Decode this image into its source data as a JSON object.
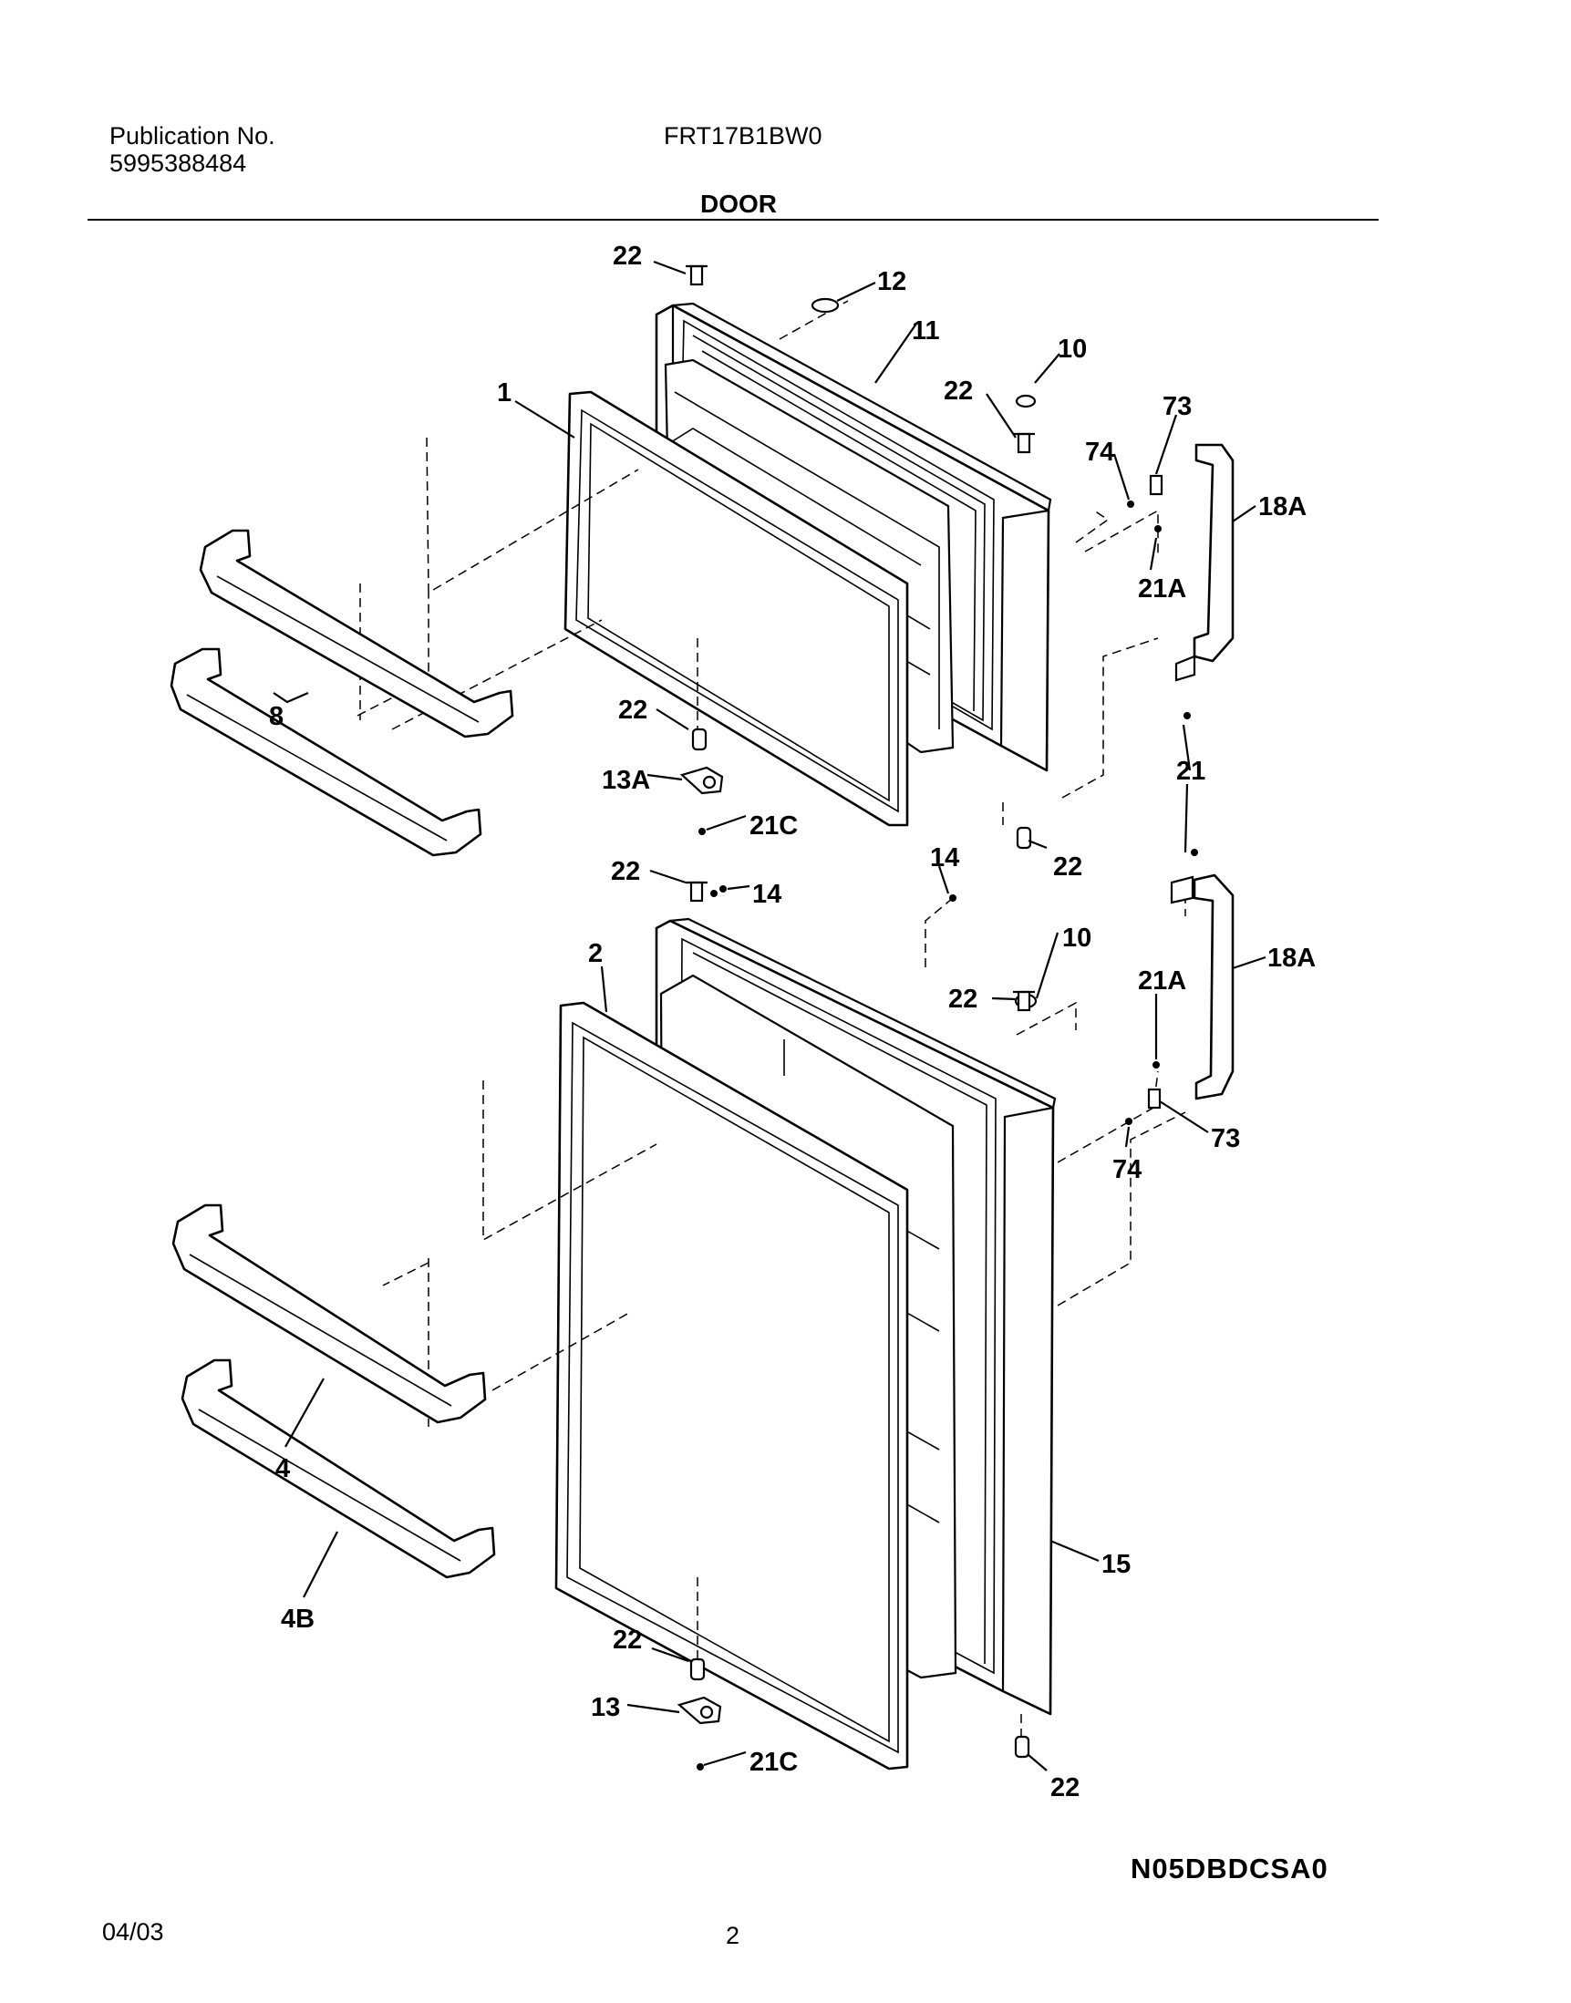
{
  "header": {
    "publication_label": "Publication No.",
    "publication_number": "5995388484",
    "model": "FRT17B1BW0",
    "section_title": "DOOR"
  },
  "footer": {
    "date": "04/03",
    "page_number": "2",
    "diagram_code": "N05DBDCSA0"
  },
  "callouts": {
    "c1": "1",
    "c2": "2",
    "c4": "4",
    "c4b": "4B",
    "c8": "8",
    "c10a": "10",
    "c10b": "10",
    "c11": "11",
    "c12": "12",
    "c13": "13",
    "c13a": "13A",
    "c14a": "14",
    "c14b": "14",
    "c15": "15",
    "c18a_top": "18A",
    "c18a_bot": "18A",
    "c21": "21",
    "c21a_top": "21A",
    "c21a_bot": "21A",
    "c21c_top": "21C",
    "c21c_bot": "21C",
    "c22_1": "22",
    "c22_2": "22",
    "c22_3": "22",
    "c22_4": "22",
    "c22_5": "22",
    "c22_6": "22",
    "c22_7": "22",
    "c22_8": "22",
    "c73_top": "73",
    "c73_bot": "73",
    "c74_top": "74",
    "c74_bot": "74"
  }
}
